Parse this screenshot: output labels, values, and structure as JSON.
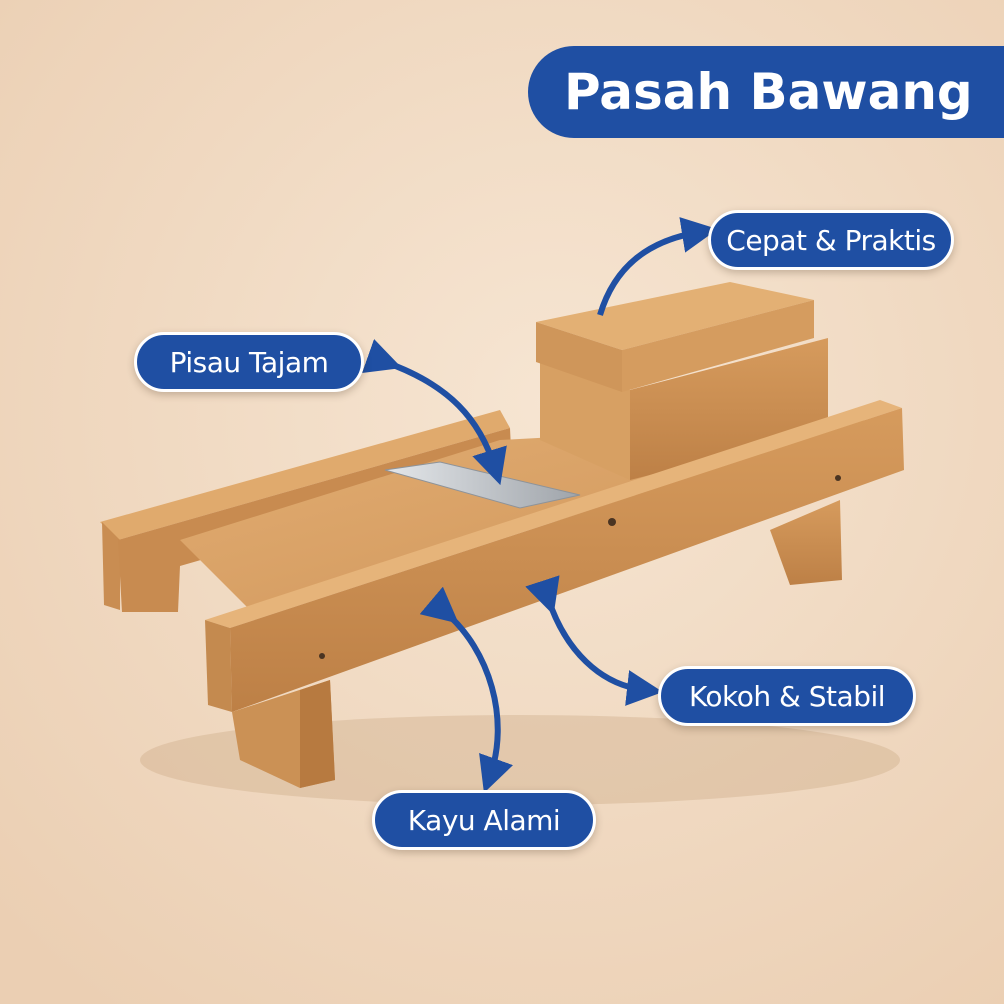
{
  "title": "Pasah Bawang",
  "labels": {
    "cepat": "Cepat & Praktis",
    "pisau": "Pisau Tajam",
    "kokoh": "Kokoh & Stabil",
    "kayu": "Kayu Alami"
  },
  "colors": {
    "background": "#f1dcc7",
    "accent": "#1f4fa3",
    "wood": "#d39a5e",
    "wood_dark": "#b97c43",
    "blade": "#bfc3c8"
  }
}
